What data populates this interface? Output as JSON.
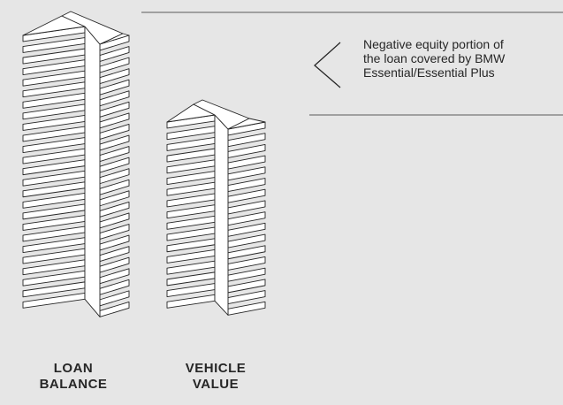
{
  "callout": {
    "lines": [
      "Negative equity portion of",
      "the loan covered by BMW",
      "Essential/Essential Plus"
    ],
    "icon": "chevron-left-icon"
  },
  "columns": [
    {
      "label_lines": [
        "LOAN",
        "BALANCE"
      ],
      "stack_count": 25
    },
    {
      "label_lines": [
        "VEHICLE",
        "VALUE"
      ],
      "stack_count": 17
    }
  ],
  "colors": {
    "background": "#e6e6e6",
    "stroke": "#262626",
    "fill": "#ffffff"
  }
}
